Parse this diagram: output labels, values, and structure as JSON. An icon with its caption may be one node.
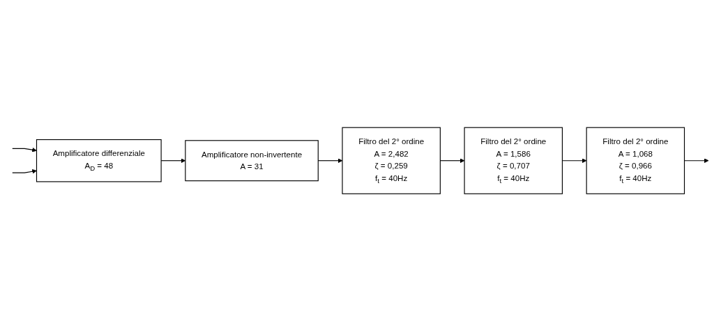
{
  "diagram": {
    "nodes": [
      {
        "text": [
          "Amplificatore differenziale",
          "A$_{D}$ = 48"
        ]
      },
      {
        "text": [
          "Amplificatore non-invertente",
          "A = 31"
        ]
      },
      {
        "text": [
          "Filtro del 2° ordine",
          "A = 2,482",
          "ζ = 0,259",
          "f$_{t}$ = 40Hz"
        ]
      },
      {
        "text": [
          "Filtro del 2° ordine",
          "A = 1,586",
          "ζ = 0,707",
          "f$_{t}$ = 40Hz"
        ]
      },
      {
        "text": [
          "Filtro del 2° ordine",
          "A = 1,068",
          "ζ = 0,966",
          "f$_{t}$ = 40Hz"
        ]
      }
    ],
    "edges": [
      {
        "from": null,
        "to": 0,
        "arrow": "to"
      },
      {
        "from": null,
        "to": 0,
        "arrow": "to"
      },
      {
        "from": 0,
        "to": 1,
        "arrow": "to"
      },
      {
        "from": 1,
        "to": 2,
        "arrow": "to"
      },
      {
        "from": 2,
        "to": 3,
        "arrow": "to"
      },
      {
        "from": 3,
        "to": 4,
        "arrow": "to"
      },
      {
        "from": 4,
        "to": null,
        "arrow": "to"
      }
    ]
  }
}
